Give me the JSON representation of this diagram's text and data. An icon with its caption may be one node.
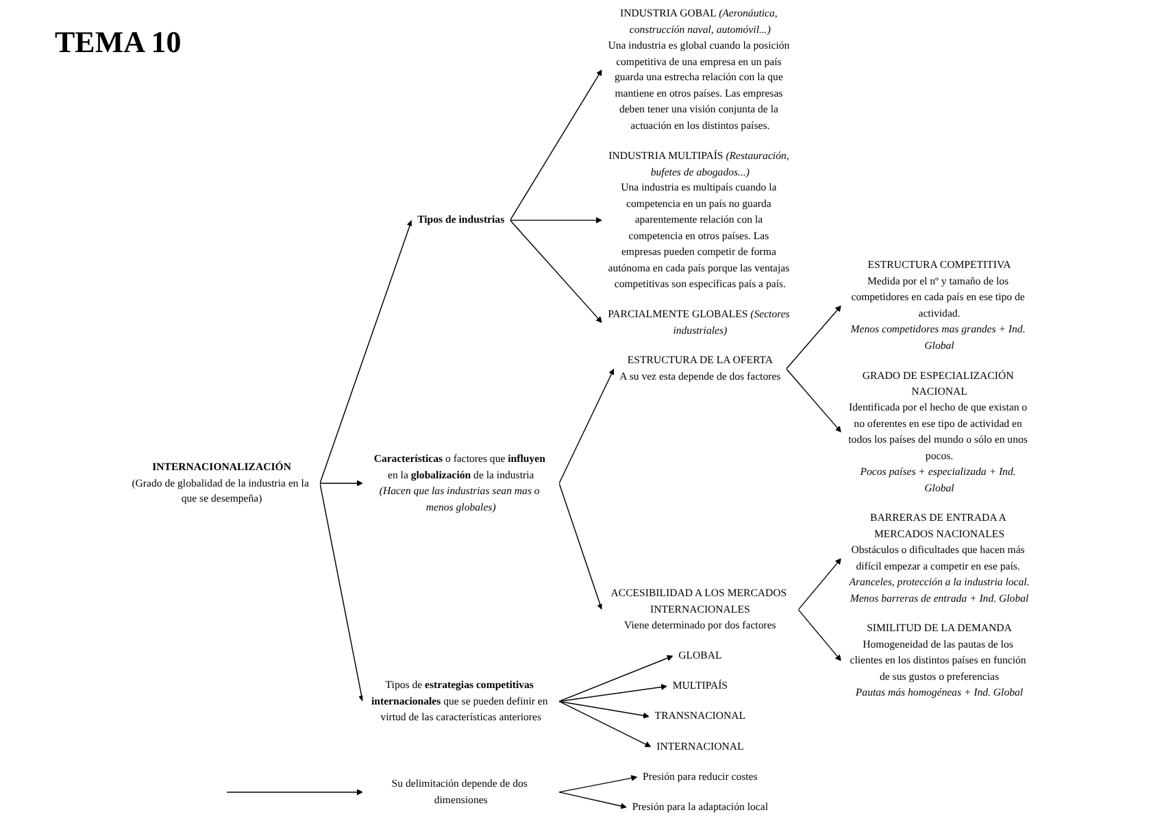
{
  "diagram": {
    "title": "TEMA 10",
    "nodes": [
      {
        "text": [
          "INTERNACIONALIZACIÓN",
          "(Grado de globalidad de la industria en la que se desempeña)"
        ]
      },
      {
        "text": [
          "Tipos de industrias"
        ]
      },
      {
        "text": [
          "INDUSTRIA GOBAL *(Aeronáutica, construcción naval, automóvil...)*",
          "Una industria es global cuando la posición competitiva de una empresa en un país guarda una estrecha relación con la que mantiene en otros países. Las empresas deben tener una visión conjunta de la actuación en los distintos países."
        ]
      },
      {
        "text": [
          "INDUSTRIA MULTIPAÍS *(Restauración, bufetes de abogados...)*",
          "Una industria es multipaís cuando la competencia en un país no guarda aparentemente relación con la competencia en otros países. Las empresas pueden competir de forma autónoma en cada país porque las ventajas competitivas son específicas país a país."
        ]
      },
      {
        "text": [
          "PARCIALMENTE GLOBALES *(Sectores industriales)*"
        ]
      },
      {
        "text": [
          "**Características** o factores que **influyen** en la **globalización** de la industria",
          "(Hacen que las industrias sean mas o menos globales)"
        ]
      },
      {
        "text": [
          "ESTRUCTURA DE LA OFERTA",
          "A su vez esta depende de dos factores"
        ]
      },
      {
        "text": [
          "ESTRUCTURA COMPETITIVA",
          "Medida por el nº y tamaño de los competidores en cada país en ese tipo de actividad.",
          "Menos competidores mas grandes + Ind. Global"
        ]
      },
      {
        "text": [
          "GRADO DE ESPECIALIZACIÓN NACIONAL",
          "Identificada por el hecho de que existan o no oferentes en ese tipo de actividad en todos los países del mundo o sólo en unos pocos.",
          "Pocos países + especializada + Ind. Global"
        ]
      },
      {
        "text": [
          "ACCESIBILIDAD A LOS MERCADOS INTERNACIONALES",
          "Viene determinado por dos factores"
        ]
      },
      {
        "text": [
          "BARRERAS DE ENTRADA A MERCADOS NACIONALES",
          "Obstáculos o dificultades que hacen más difícil empezar a competir en ese país. *Aranceles, protección a la industria local.*",
          "Menos barreras de entrada + Ind. Global"
        ]
      },
      {
        "text": [
          "SIMILITUD DE LA DEMANDA",
          "Homogeneidad de las pautas de los clientes en los distintos países en función de sus gustos o preferencias",
          "Pautas más homogéneas + Ind. Global"
        ]
      },
      {
        "text": [
          "Tipos de **estrategias competitivas internacionales** que se pueden definir en virtud de las características anteriores"
        ]
      },
      {
        "text": [
          "GLOBAL"
        ]
      },
      {
        "text": [
          "MULTIPAÍS"
        ]
      },
      {
        "text": [
          "TRANSNACIONAL"
        ]
      },
      {
        "text": [
          "INTERNACIONAL"
        ]
      },
      {
        "text": [
          "Su delimitación depende de dos dimensiones"
        ]
      },
      {
        "text": [
          "Presión para reducir costes"
        ]
      },
      {
        "text": [
          "Presión para la adaptación local"
        ]
      }
    ],
    "edges": [
      {
        "from": 0,
        "to": 1,
        "arrow": "to"
      },
      {
        "from": 0,
        "to": 5,
        "arrow": "to"
      },
      {
        "from": 0,
        "to": 12,
        "arrow": "to"
      },
      {
        "from": 1,
        "to": 2,
        "arrow": "to"
      },
      {
        "from": 1,
        "to": 3,
        "arrow": "to"
      },
      {
        "from": 1,
        "to": 4,
        "arrow": "to"
      },
      {
        "from": 5,
        "to": 6,
        "arrow": "to"
      },
      {
        "from": 5,
        "to": 9,
        "arrow": "to"
      },
      {
        "from": 6,
        "to": 7,
        "arrow": "to"
      },
      {
        "from": 6,
        "to": 8,
        "arrow": "to"
      },
      {
        "from": 9,
        "to": 10,
        "arrow": "to"
      },
      {
        "from": 9,
        "to": 11,
        "arrow": "to"
      },
      {
        "from": 12,
        "to": 13,
        "arrow": "to"
      },
      {
        "from": 12,
        "to": 14,
        "arrow": "to"
      },
      {
        "from": 12,
        "to": 15,
        "arrow": "to"
      },
      {
        "from": 12,
        "to": 16,
        "arrow": "to"
      },
      {
        "from": null,
        "to": 17,
        "arrow": "to"
      },
      {
        "from": 17,
        "to": 18,
        "arrow": "to"
      },
      {
        "from": 17,
        "to": 19,
        "arrow": "to"
      }
    ]
  }
}
